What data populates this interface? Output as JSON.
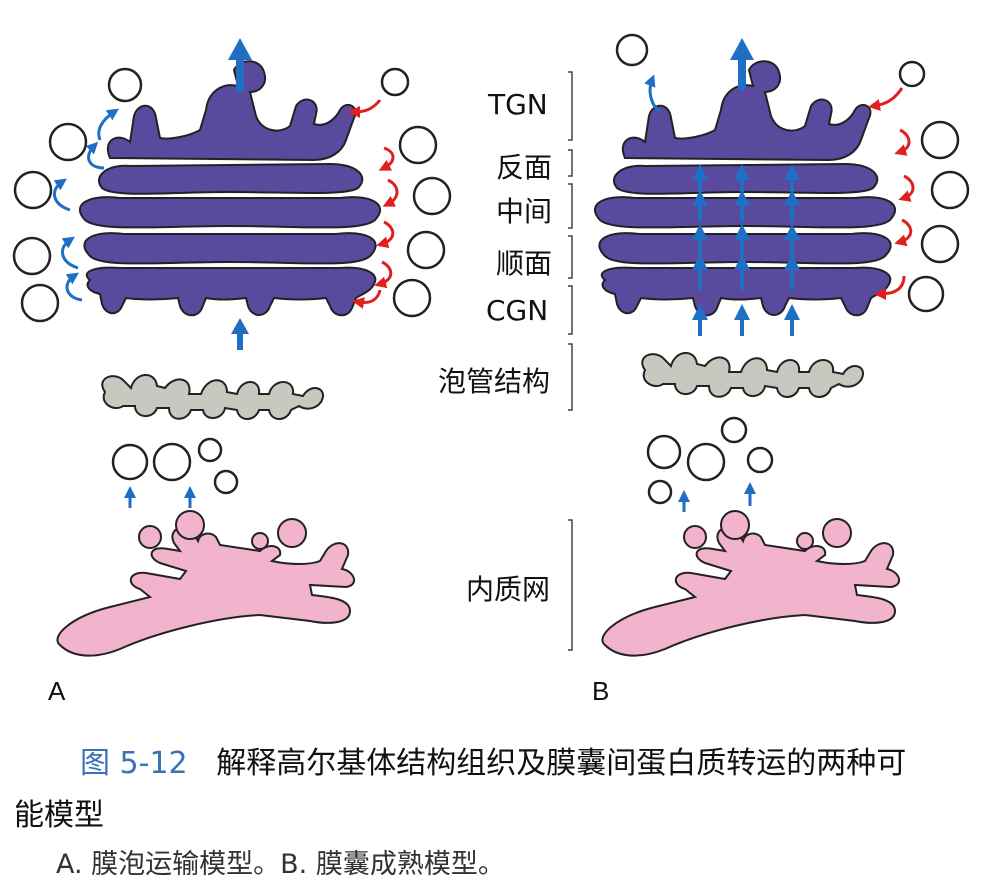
{
  "panels": {
    "a": "A",
    "b": "B"
  },
  "layer_labels": {
    "tgn": "TGN",
    "trans": "反面",
    "medial": "中间",
    "cis": "顺面",
    "cgn": "CGN",
    "vtc": "泡管结构",
    "er": "内质网"
  },
  "caption": {
    "number": "图 5-12",
    "title_part1": "解释高尔基体结构组织及膜囊间蛋白质转运的两种可",
    "title_part2": "能模型",
    "subtitle": "A. 膜泡运输模型。B. 膜囊成熟模型。"
  },
  "colors": {
    "golgi": "#5a4a9e",
    "vtc": "#c8c8c0",
    "er": "#f2b3cc",
    "blue_arrow": "#1f6fc4",
    "red_arrow": "#e02020"
  }
}
